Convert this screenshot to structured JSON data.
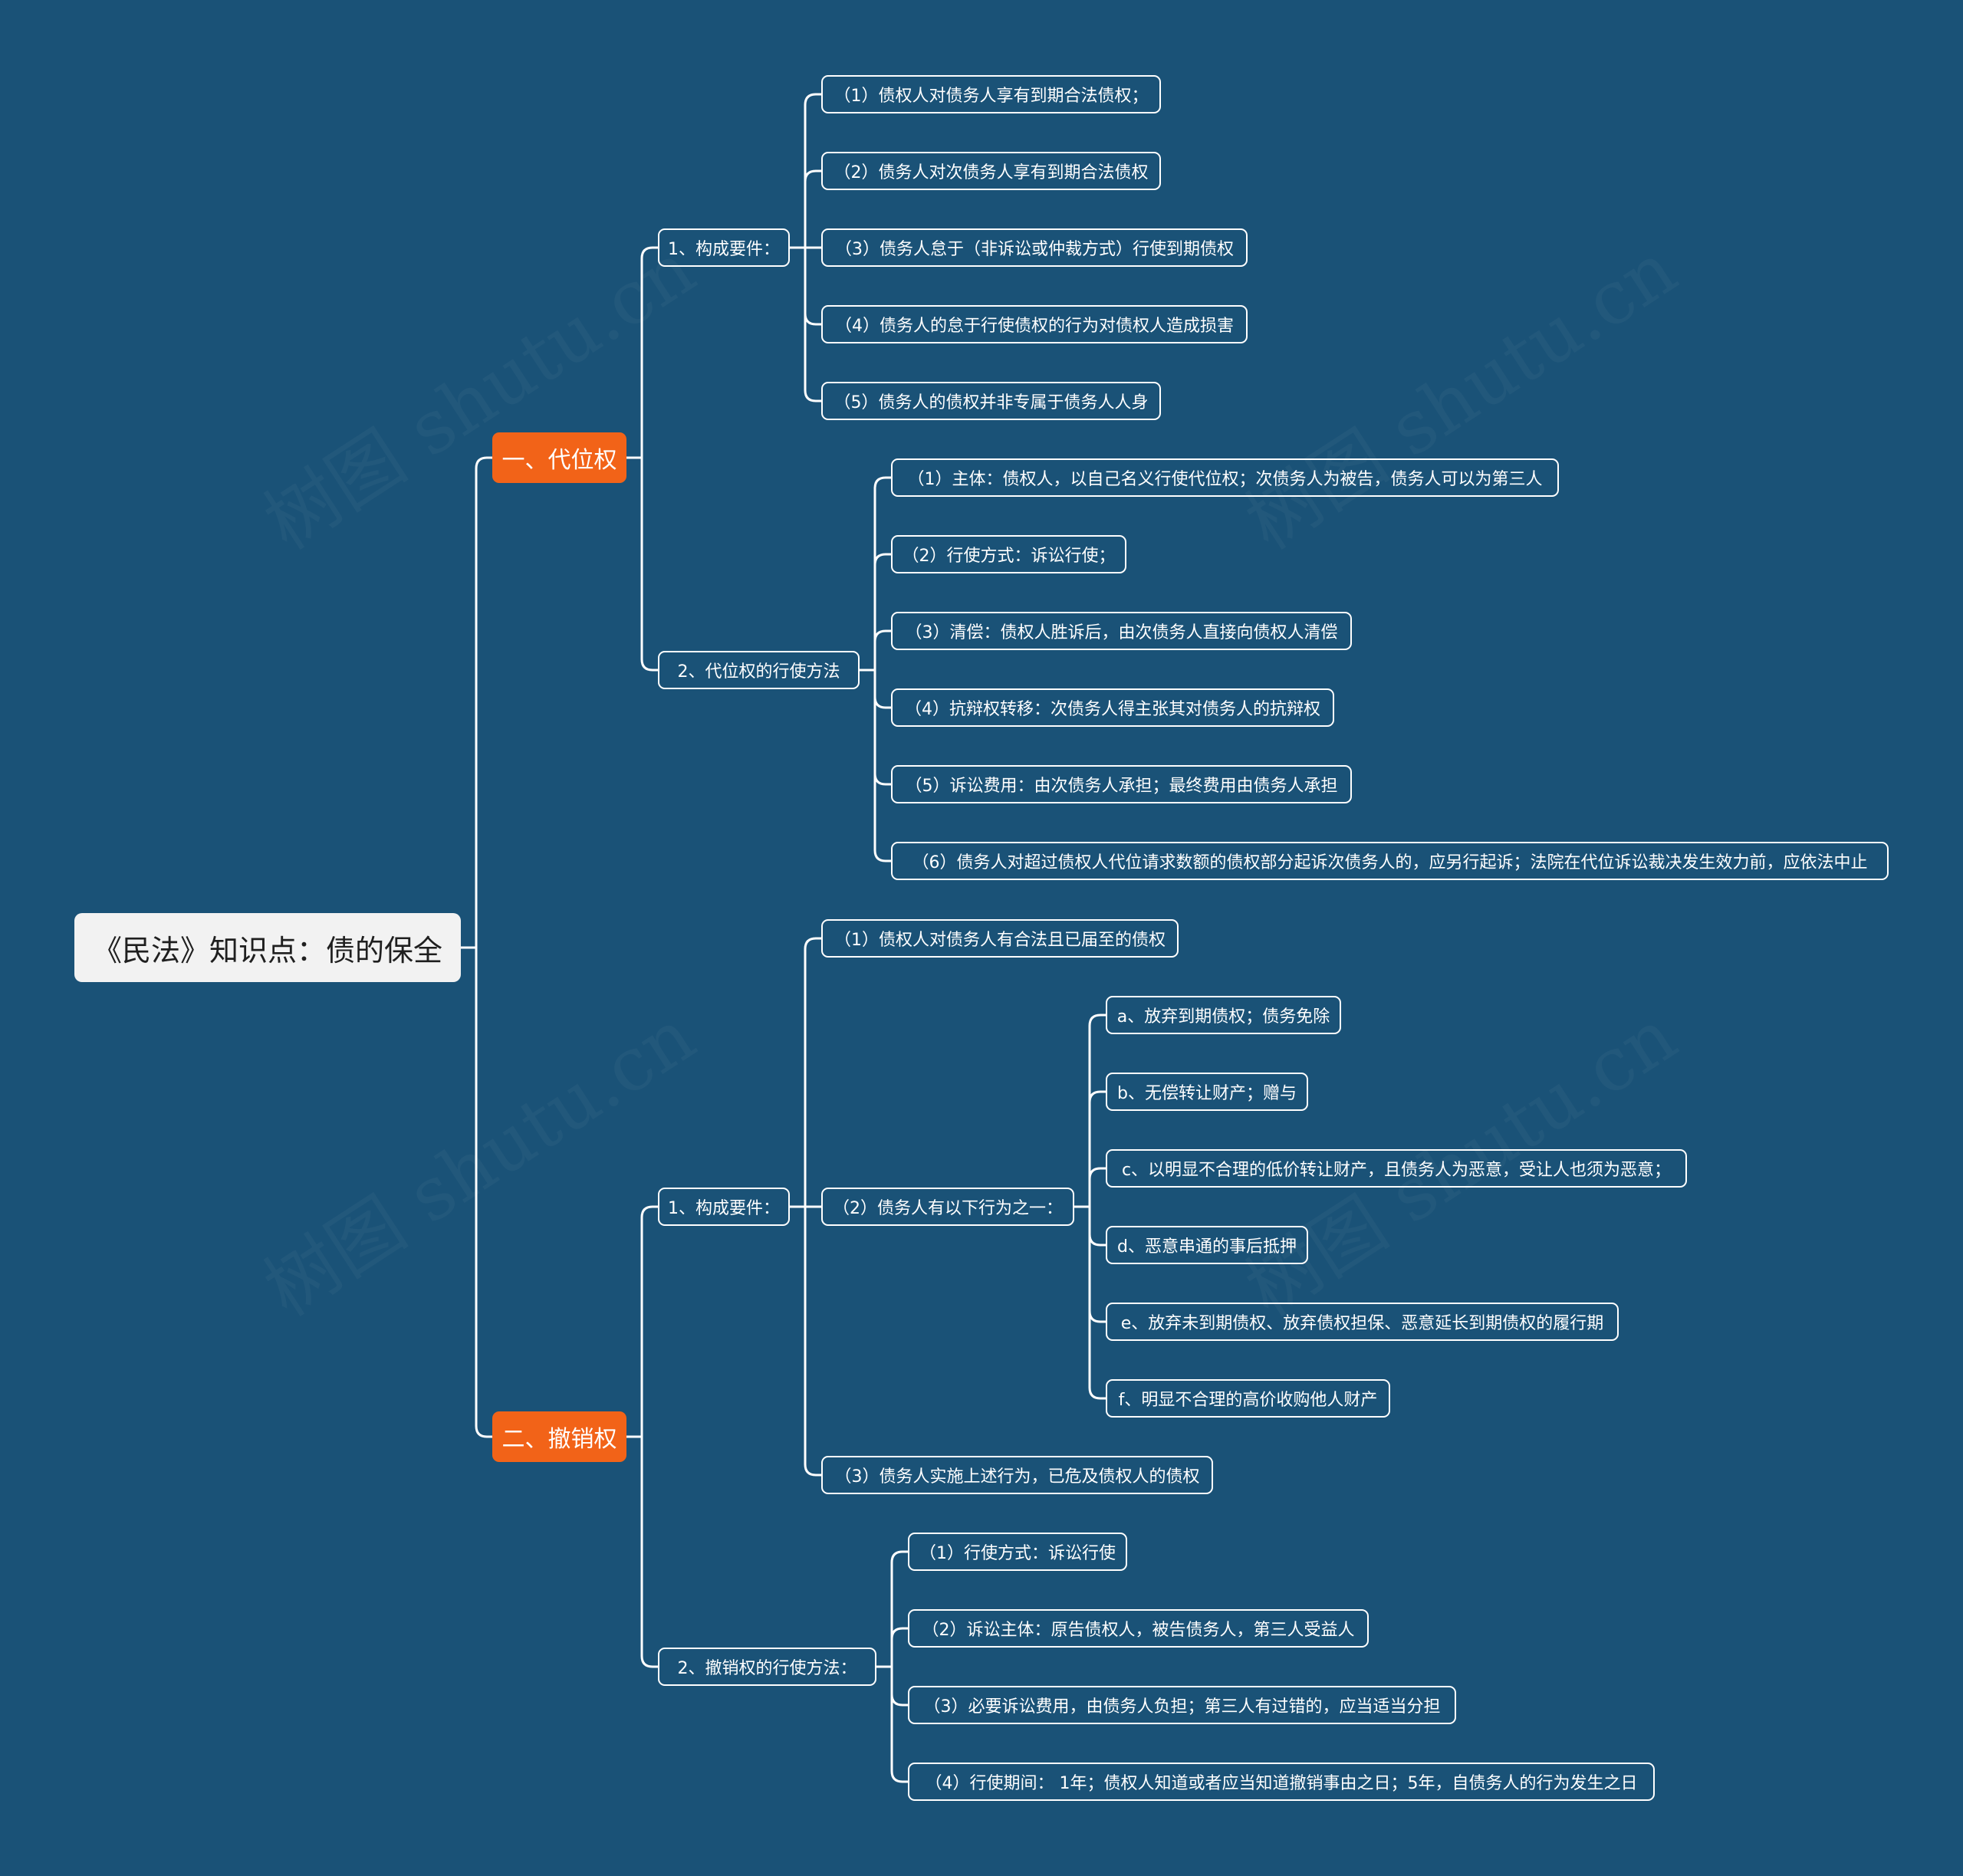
{
  "root": {
    "label": "《民法》知识点：债的保全"
  },
  "sub": {
    "label": "一、代位权",
    "req": {
      "label": "1、构成要件：",
      "items": [
        "（1）债权人对债务人享有到期合法债权；",
        "（2）债务人对次债务人享有到期合法债权",
        "（3）债务人怠于（非诉讼或仲裁方式）行使到期债权",
        "（4）债务人的怠于行使债权的行为对债权人造成损害",
        "（5）债务人的债权并非专属于债务人人身"
      ]
    },
    "method": {
      "label": "2、代位权的行使方法",
      "items": [
        "（1）主体：债权人，以自己名义行使代位权；次债务人为被告，债务人可以为第三人",
        "（2）行使方式：诉讼行使；",
        "（3）清偿：债权人胜诉后，由次债务人直接向债权人清偿",
        "（4）抗辩权转移：次债务人得主张其对债务人的抗辩权",
        "（5）诉讼费用：由次债务人承担；最终费用由债务人承担",
        "（6）债务人对超过债权人代位请求数额的债权部分起诉次债务人的，应另行起诉；法院在代位诉讼裁决发生效力前，应依法中止"
      ]
    }
  },
  "rev": {
    "label": "二、撤销权",
    "req": {
      "label": "1、构成要件：",
      "item1": "（1）债权人对债务人有合法且已届至的债权",
      "acts": {
        "label": "（2）债务人有以下行为之一：",
        "items": [
          "a、放弃到期债权；债务免除",
          "b、无偿转让财产；赠与",
          "c、以明显不合理的低价转让财产，且债务人为恶意，受让人也须为恶意；",
          "d、恶意串通的事后抵押",
          "e、放弃未到期债权、放弃债权担保、恶意延长到期债权的履行期",
          "f、明显不合理的高价收购他人财产"
        ]
      },
      "item3": "（3）债务人实施上述行为，已危及债权人的债权"
    },
    "method": {
      "label": "2、撤销权的行使方法：",
      "items": [
        "（1）行使方式：诉讼行使",
        "（2）诉讼主体：原告债权人，被告债务人，第三人受益人",
        "（3）必要诉讼费用，由债务人负担；第三人有过错的，应当适当分担",
        "（4）行使期间： 1年；债权人知道或者应当知道撤销事由之日；5年，自债务人的行为发生之日"
      ]
    }
  },
  "watermark": "树图 shutu.cn",
  "colors": {
    "background": "#1a5277",
    "root_fill": "#f2f2f2",
    "branch_fill": "#f26318",
    "line": "#ffffff"
  }
}
